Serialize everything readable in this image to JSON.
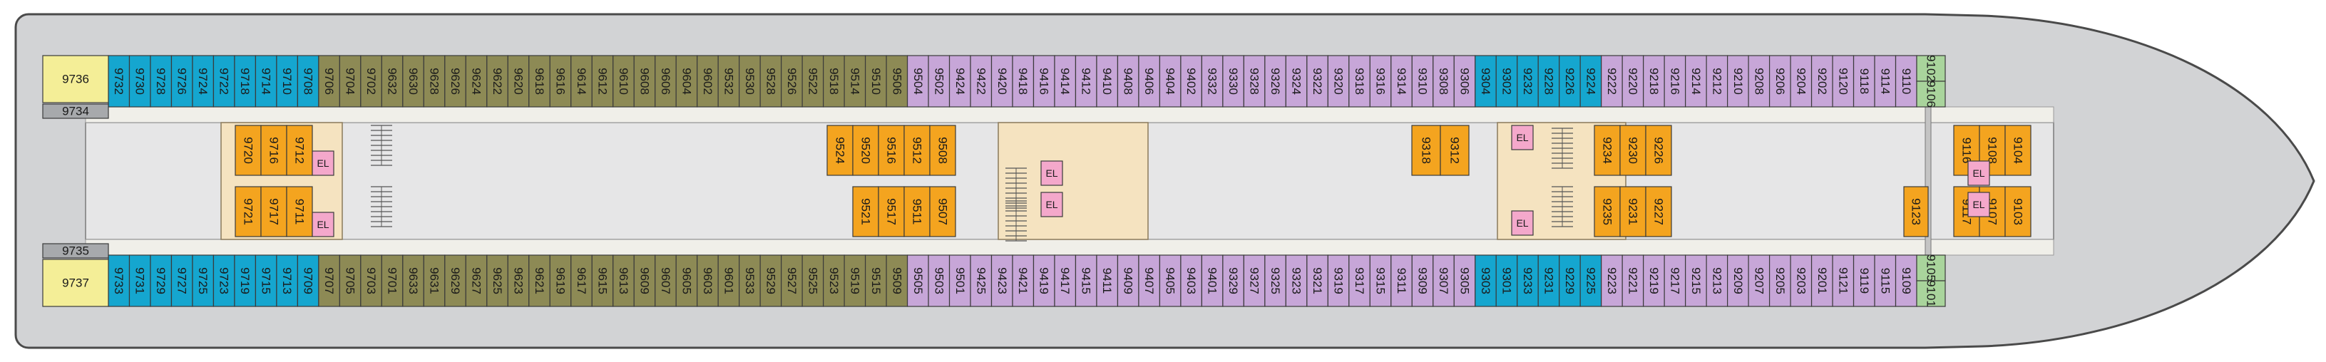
{
  "colors": {
    "teal": "#15a6cf",
    "olive": "#8d8a55",
    "lavender": "#c7a6d8",
    "orange": "#f4a41f",
    "pink": "#f4a8cb",
    "sage": "#a9d49c",
    "yellow": "#f4ee97",
    "gray": "#a7a9ac",
    "hull": "#d2d3d5",
    "corridor": "#e6e6e7",
    "cream": "#f5e3c0",
    "outline": "#3a3a3a"
  },
  "deck": {
    "top_row": [
      {
        "label": "9732",
        "c": "teal"
      },
      {
        "label": "9730",
        "c": "teal"
      },
      {
        "label": "9728",
        "c": "teal"
      },
      {
        "label": "9726",
        "c": "teal"
      },
      {
        "label": "9724",
        "c": "teal"
      },
      {
        "label": "9722",
        "c": "teal"
      },
      {
        "label": "9718",
        "c": "teal"
      },
      {
        "label": "9714",
        "c": "teal"
      },
      {
        "label": "9710",
        "c": "teal"
      },
      {
        "label": "9708",
        "c": "teal"
      },
      {
        "label": "9706",
        "c": "olive"
      },
      {
        "label": "9704",
        "c": "olive"
      },
      {
        "label": "9702",
        "c": "olive"
      },
      {
        "label": "9632",
        "c": "olive"
      },
      {
        "label": "9630",
        "c": "olive"
      },
      {
        "label": "9628",
        "c": "olive"
      },
      {
        "label": "9626",
        "c": "olive"
      },
      {
        "label": "9624",
        "c": "olive"
      },
      {
        "label": "9622",
        "c": "olive"
      },
      {
        "label": "9620",
        "c": "olive"
      },
      {
        "label": "9618",
        "c": "olive"
      },
      {
        "label": "9616",
        "c": "olive"
      },
      {
        "label": "9614",
        "c": "olive"
      },
      {
        "label": "9612",
        "c": "olive"
      },
      {
        "label": "9610",
        "c": "olive"
      },
      {
        "label": "9608",
        "c": "olive"
      },
      {
        "label": "9606",
        "c": "olive"
      },
      {
        "label": "9604",
        "c": "olive"
      },
      {
        "label": "9602",
        "c": "olive"
      },
      {
        "label": "9532",
        "c": "olive"
      },
      {
        "label": "9530",
        "c": "olive"
      },
      {
        "label": "9528",
        "c": "olive"
      },
      {
        "label": "9526",
        "c": "olive"
      },
      {
        "label": "9522",
        "c": "olive"
      },
      {
        "label": "9518",
        "c": "olive"
      },
      {
        "label": "9514",
        "c": "olive"
      },
      {
        "label": "9510",
        "c": "olive"
      },
      {
        "label": "9506",
        "c": "olive"
      },
      {
        "label": "9504",
        "c": "lavender"
      },
      {
        "label": "9502",
        "c": "lavender"
      },
      {
        "label": "9424",
        "c": "lavender"
      },
      {
        "label": "9422",
        "c": "lavender"
      },
      {
        "label": "9420",
        "c": "lavender"
      },
      {
        "label": "9418",
        "c": "lavender"
      },
      {
        "label": "9416",
        "c": "lavender"
      },
      {
        "label": "9414",
        "c": "lavender"
      },
      {
        "label": "9412",
        "c": "lavender"
      },
      {
        "label": "9410",
        "c": "lavender"
      },
      {
        "label": "9408",
        "c": "lavender"
      },
      {
        "label": "9406",
        "c": "lavender"
      },
      {
        "label": "9404",
        "c": "lavender"
      },
      {
        "label": "9402",
        "c": "lavender"
      },
      {
        "label": "9332",
        "c": "lavender"
      },
      {
        "label": "9330",
        "c": "lavender"
      },
      {
        "label": "9328",
        "c": "lavender"
      },
      {
        "label": "9326",
        "c": "lavender"
      },
      {
        "label": "9324",
        "c": "lavender"
      },
      {
        "label": "9322",
        "c": "lavender"
      },
      {
        "label": "9320",
        "c": "lavender"
      },
      {
        "label": "9318",
        "c": "lavender"
      },
      {
        "label": "9316",
        "c": "lavender"
      },
      {
        "label": "9314",
        "c": "lavender"
      },
      {
        "label": "9310",
        "c": "lavender"
      },
      {
        "label": "9308",
        "c": "lavender"
      },
      {
        "label": "9306",
        "c": "lavender"
      },
      {
        "label": "9304",
        "c": "teal"
      },
      {
        "label": "9302",
        "c": "teal"
      },
      {
        "label": "9232",
        "c": "teal"
      },
      {
        "label": "9228",
        "c": "teal"
      },
      {
        "label": "9226",
        "c": "teal"
      },
      {
        "label": "9224",
        "c": "teal"
      },
      {
        "label": "9222",
        "c": "lavender"
      },
      {
        "label": "9220",
        "c": "lavender"
      },
      {
        "label": "9218",
        "c": "lavender"
      },
      {
        "label": "9216",
        "c": "lavender"
      },
      {
        "label": "9214",
        "c": "lavender"
      },
      {
        "label": "9212",
        "c": "lavender"
      },
      {
        "label": "9210",
        "c": "lavender"
      },
      {
        "label": "9208",
        "c": "lavender"
      },
      {
        "label": "9206",
        "c": "lavender"
      },
      {
        "label": "9204",
        "c": "lavender"
      },
      {
        "label": "9202",
        "c": "lavender"
      },
      {
        "label": "9120",
        "c": "lavender"
      },
      {
        "label": "9118",
        "c": "lavender"
      },
      {
        "label": "9114",
        "c": "lavender"
      },
      {
        "label": "9110",
        "c": "lavender"
      }
    ],
    "bottom_row": [
      {
        "label": "9733",
        "c": "teal"
      },
      {
        "label": "9731",
        "c": "teal"
      },
      {
        "label": "9729",
        "c": "teal"
      },
      {
        "label": "9727",
        "c": "teal"
      },
      {
        "label": "9725",
        "c": "teal"
      },
      {
        "label": "9723",
        "c": "teal"
      },
      {
        "label": "9719",
        "c": "teal"
      },
      {
        "label": "9715",
        "c": "teal"
      },
      {
        "label": "9713",
        "c": "teal"
      },
      {
        "label": "9709",
        "c": "teal"
      },
      {
        "label": "9707",
        "c": "olive"
      },
      {
        "label": "9705",
        "c": "olive"
      },
      {
        "label": "9703",
        "c": "olive"
      },
      {
        "label": "9701",
        "c": "olive"
      },
      {
        "label": "9633",
        "c": "olive"
      },
      {
        "label": "9631",
        "c": "olive"
      },
      {
        "label": "9629",
        "c": "olive"
      },
      {
        "label": "9627",
        "c": "olive"
      },
      {
        "label": "9625",
        "c": "olive"
      },
      {
        "label": "9623",
        "c": "olive"
      },
      {
        "label": "9621",
        "c": "olive"
      },
      {
        "label": "9619",
        "c": "olive"
      },
      {
        "label": "9617",
        "c": "olive"
      },
      {
        "label": "9615",
        "c": "olive"
      },
      {
        "label": "9613",
        "c": "olive"
      },
      {
        "label": "9609",
        "c": "olive"
      },
      {
        "label": "9607",
        "c": "olive"
      },
      {
        "label": "9605",
        "c": "olive"
      },
      {
        "label": "9603",
        "c": "olive"
      },
      {
        "label": "9601",
        "c": "olive"
      },
      {
        "label": "9533",
        "c": "olive"
      },
      {
        "label": "9529",
        "c": "olive"
      },
      {
        "label": "9527",
        "c": "olive"
      },
      {
        "label": "9525",
        "c": "olive"
      },
      {
        "label": "9523",
        "c": "olive"
      },
      {
        "label": "9519",
        "c": "olive"
      },
      {
        "label": "9515",
        "c": "olive"
      },
      {
        "label": "9509",
        "c": "olive"
      },
      {
        "label": "9505",
        "c": "lavender"
      },
      {
        "label": "9503",
        "c": "lavender"
      },
      {
        "label": "9501",
        "c": "lavender"
      },
      {
        "label": "9425",
        "c": "lavender"
      },
      {
        "label": "9423",
        "c": "lavender"
      },
      {
        "label": "9421",
        "c": "lavender"
      },
      {
        "label": "9419",
        "c": "lavender"
      },
      {
        "label": "9417",
        "c": "lavender"
      },
      {
        "label": "9415",
        "c": "lavender"
      },
      {
        "label": "9411",
        "c": "lavender"
      },
      {
        "label": "9409",
        "c": "lavender"
      },
      {
        "label": "9407",
        "c": "lavender"
      },
      {
        "label": "9405",
        "c": "lavender"
      },
      {
        "label": "9403",
        "c": "lavender"
      },
      {
        "label": "9401",
        "c": "lavender"
      },
      {
        "label": "9329",
        "c": "lavender"
      },
      {
        "label": "9327",
        "c": "lavender"
      },
      {
        "label": "9325",
        "c": "lavender"
      },
      {
        "label": "9323",
        "c": "lavender"
      },
      {
        "label": "9321",
        "c": "lavender"
      },
      {
        "label": "9319",
        "c": "lavender"
      },
      {
        "label": "9317",
        "c": "lavender"
      },
      {
        "label": "9315",
        "c": "lavender"
      },
      {
        "label": "9311",
        "c": "lavender"
      },
      {
        "label": "9309",
        "c": "lavender"
      },
      {
        "label": "9307",
        "c": "lavender"
      },
      {
        "label": "9305",
        "c": "lavender"
      },
      {
        "label": "9303",
        "c": "teal"
      },
      {
        "label": "9301",
        "c": "teal"
      },
      {
        "label": "9233",
        "c": "teal"
      },
      {
        "label": "9231",
        "c": "teal"
      },
      {
        "label": "9229",
        "c": "teal"
      },
      {
        "label": "9225",
        "c": "teal"
      },
      {
        "label": "9223",
        "c": "lavender"
      },
      {
        "label": "9221",
        "c": "lavender"
      },
      {
        "label": "9219",
        "c": "lavender"
      },
      {
        "label": "9217",
        "c": "lavender"
      },
      {
        "label": "9215",
        "c": "lavender"
      },
      {
        "label": "9213",
        "c": "lavender"
      },
      {
        "label": "9209",
        "c": "lavender"
      },
      {
        "label": "9207",
        "c": "lavender"
      },
      {
        "label": "9205",
        "c": "lavender"
      },
      {
        "label": "9203",
        "c": "lavender"
      },
      {
        "label": "9201",
        "c": "lavender"
      },
      {
        "label": "9121",
        "c": "lavender"
      },
      {
        "label": "9119",
        "c": "lavender"
      },
      {
        "label": "9115",
        "c": "lavender"
      },
      {
        "label": "9109",
        "c": "lavender"
      }
    ],
    "aft_suites": {
      "top": {
        "label": "9736"
      },
      "bottom": {
        "label": "9737"
      },
      "side_top": {
        "label": "9734"
      },
      "side_bottom": {
        "label": "9735"
      }
    },
    "forward_cabins": {
      "top_a": {
        "label": "9106"
      },
      "top_b": {
        "label": "9102"
      },
      "bottom_a": {
        "label": "9105"
      },
      "bottom_b": {
        "label": "9101"
      }
    },
    "interior_groups": [
      {
        "name": "aft-block-upper",
        "cabins": [
          {
            "label": "9720"
          },
          {
            "label": "9716"
          },
          {
            "label": "9712"
          }
        ],
        "el": "EL"
      },
      {
        "name": "aft-block-lower",
        "cabins": [
          {
            "label": "9721"
          },
          {
            "label": "9717"
          },
          {
            "label": "9711"
          }
        ],
        "el": "EL"
      },
      {
        "name": "mid-block-upper",
        "cabins": [
          {
            "label": "9524"
          },
          {
            "label": "9520"
          },
          {
            "label": "9516"
          },
          {
            "label": "9512"
          },
          {
            "label": "9508"
          }
        ]
      },
      {
        "name": "mid-block-lower",
        "cabins": [
          {
            "label": "9521"
          },
          {
            "label": "9517"
          },
          {
            "label": "9511"
          },
          {
            "label": "9507"
          }
        ]
      },
      {
        "name": "forward-mid-upper",
        "cabins": [
          {
            "label": "9318"
          },
          {
            "label": "9312"
          }
        ]
      },
      {
        "name": "forward-block-upper",
        "cabins": [
          {
            "label": "9234"
          },
          {
            "label": "9230"
          },
          {
            "label": "9226"
          }
        ]
      },
      {
        "name": "forward-block-lower",
        "cabins": [
          {
            "label": "9235"
          },
          {
            "label": "9231"
          },
          {
            "label": "9227"
          }
        ]
      },
      {
        "name": "bow-single",
        "cabins": [
          {
            "label": "9123"
          }
        ]
      },
      {
        "name": "bow-block-upper",
        "cabins": [
          {
            "label": "9116"
          },
          {
            "label": "9108"
          },
          {
            "label": "9104"
          }
        ]
      },
      {
        "name": "bow-block-lower",
        "cabins": [
          {
            "label": "9117"
          },
          {
            "label": "9107"
          },
          {
            "label": "9103"
          }
        ]
      }
    ],
    "elevator_label": "EL"
  }
}
